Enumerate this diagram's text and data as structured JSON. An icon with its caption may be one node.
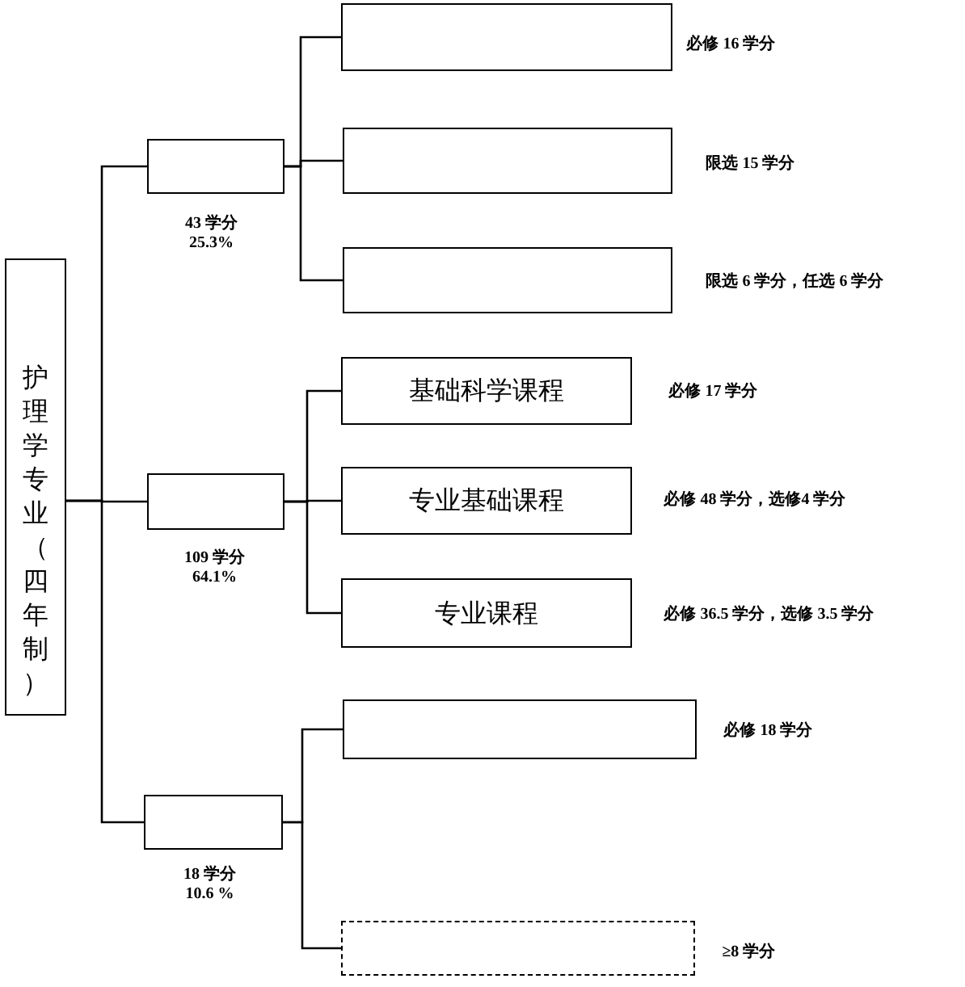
{
  "diagram": {
    "nodes": [
      {
        "text": [
          "护理学专业（四年制）"
        ]
      },
      {
        "text": [],
        "shape": "box",
        "beside": [
          "43 学分",
          "25.3%"
        ]
      },
      {
        "text": [],
        "shape": "box",
        "beside": [
          "必修 16 学分"
        ]
      },
      {
        "text": [],
        "shape": "box",
        "beside": [
          "限选 15 学分"
        ]
      },
      {
        "text": [],
        "shape": "box",
        "beside": [
          "限选 6 学分，任选 6 学分"
        ]
      },
      {
        "text": [],
        "shape": "box",
        "beside": [
          "109 学分",
          "64.1%"
        ]
      },
      {
        "text": [
          "基础科学课程"
        ],
        "beside": [
          "必修 17 学分"
        ]
      },
      {
        "text": [
          "专业基础课程"
        ],
        "beside": [
          "必修 48 学分，选修4 学分"
        ]
      },
      {
        "text": [
          "专业课程"
        ],
        "beside": [
          "必修 36.5 学分，选修 3.5 学分"
        ]
      },
      {
        "text": [],
        "shape": "box",
        "beside": [
          "18 学分",
          "10.6 %"
        ]
      },
      {
        "text": [],
        "shape": "box",
        "beside": [
          "必修 18 学分"
        ]
      },
      {
        "text": [],
        "shape": "box",
        "beside": [
          "≥8 学分"
        ]
      }
    ],
    "edges": [
      {
        "from": 0,
        "to": 1,
        "arrow": "none"
      },
      {
        "from": 0,
        "to": 5,
        "arrow": "none"
      },
      {
        "from": 0,
        "to": 9,
        "arrow": "none"
      },
      {
        "from": 1,
        "to": 2,
        "arrow": "none"
      },
      {
        "from": 1,
        "to": 3,
        "arrow": "none"
      },
      {
        "from": 1,
        "to": 4,
        "arrow": "none"
      },
      {
        "from": 5,
        "to": 6,
        "arrow": "none"
      },
      {
        "from": 5,
        "to": 7,
        "arrow": "none"
      },
      {
        "from": 5,
        "to": 8,
        "arrow": "none"
      },
      {
        "from": 9,
        "to": 10,
        "arrow": "none"
      },
      {
        "from": 9,
        "to": 11,
        "arrow": "none"
      }
    ]
  }
}
